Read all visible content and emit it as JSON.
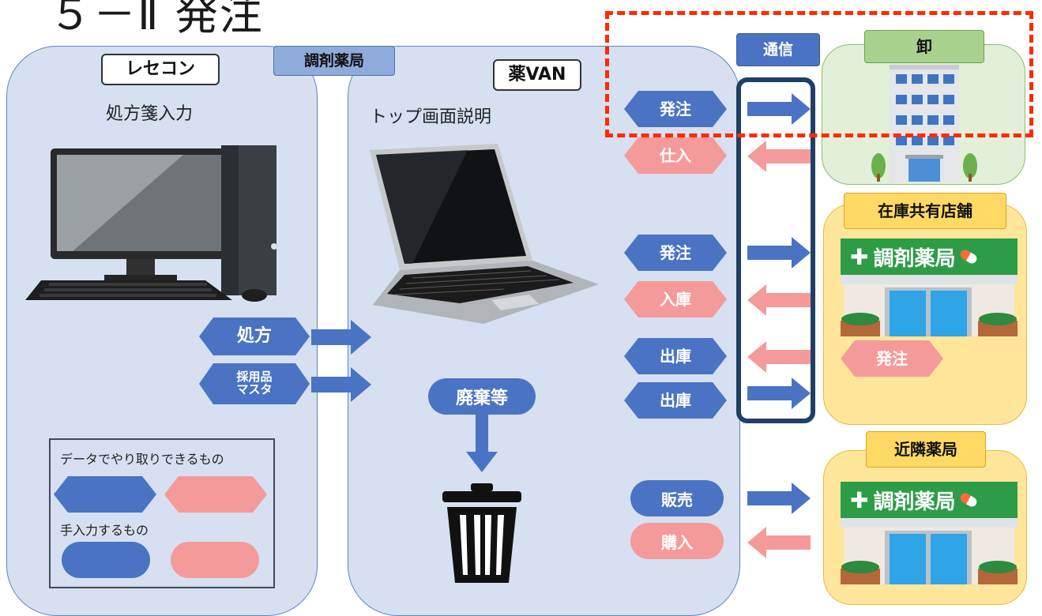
{
  "title": "５－Ⅱ 発注",
  "recekon": {
    "label": "レセコン",
    "caption": "処方箋入力"
  },
  "pharmacy_tag": "調剤薬局",
  "yakuvan": {
    "label": "薬VAN",
    "caption": "トップ画面説明"
  },
  "recekon_flows": {
    "prescription": "処方",
    "adopted_master_line1": "採用品",
    "adopted_master_line2": "マスタ"
  },
  "disposal": "廃棄等",
  "legend": {
    "data_exchange": "データでやり取りできるもの",
    "manual_input": "手入力するもの"
  },
  "communication": "通信",
  "wholesaler": {
    "label": "卸",
    "order": "発注",
    "purchase": "仕入"
  },
  "shared_store": {
    "label": "在庫共有店舗",
    "order": "発注",
    "receipt": "入庫",
    "issue_in": "出庫",
    "issue_out": "出庫",
    "store_order": "発注"
  },
  "nearby": {
    "label": "近隣薬局",
    "sale": "販売",
    "buy": "購入"
  },
  "sign_text": "調剤薬局",
  "colors": {
    "panel_blue": "#d6e0f1",
    "arrow_blue": "#4a74c3",
    "arrow_pink": "#f59a9a",
    "frame_navy": "#1f3f66",
    "highlight_red": "#ff2a00",
    "green_panel": "#e2efd9",
    "yellow_panel": "#ffe69a"
  }
}
